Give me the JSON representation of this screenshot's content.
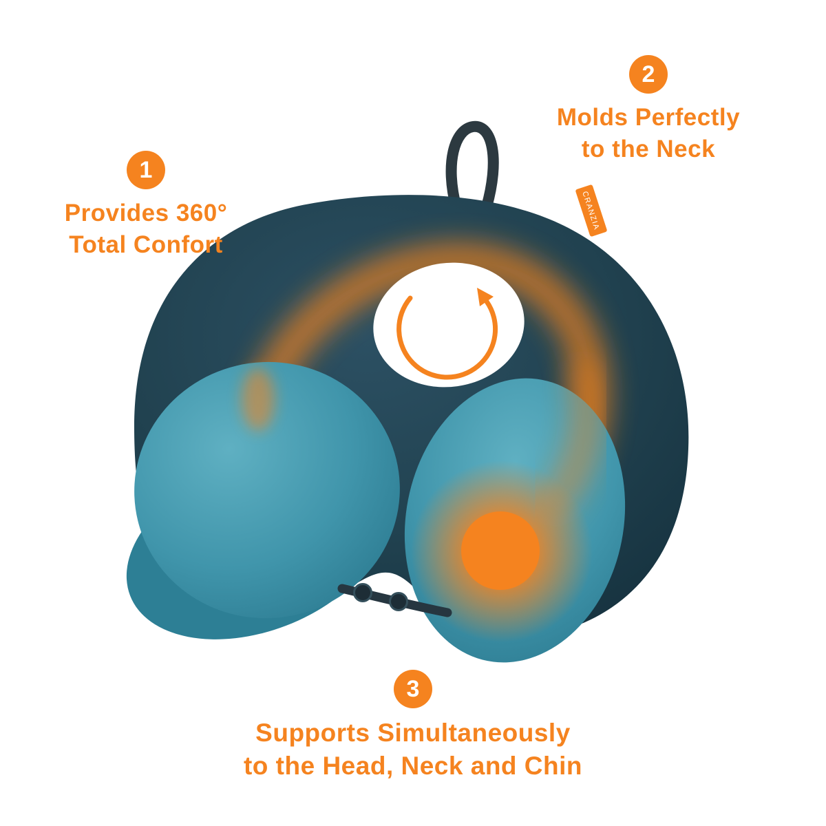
{
  "background": "#ffffff",
  "colors": {
    "accent_orange": "#F5831F",
    "pillow_dark_navy": "#214250",
    "pillow_teal": "#4095AB",
    "rope_gray": "#2C3940",
    "text_orange": "#F5831F"
  },
  "steps": [
    {
      "number": "1",
      "lines": [
        "Provides 360°",
        "Total Confort"
      ]
    },
    {
      "number": "2",
      "lines": [
        "Molds Perfectly",
        "to the Neck"
      ]
    },
    {
      "number": "3",
      "lines": [
        "Supports Simultaneously",
        "to the Head, Neck and Chin"
      ]
    }
  ],
  "product": {
    "brand_tag": "CRANZIA"
  }
}
